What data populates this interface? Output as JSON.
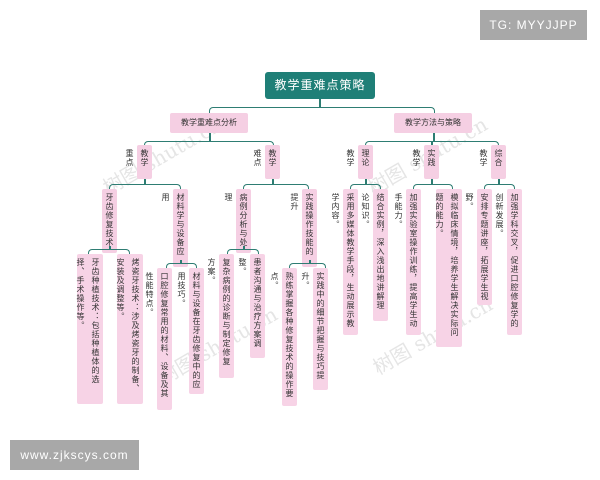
{
  "overlays": {
    "top_right_badge": "TG: MYYJJPP",
    "bottom_left_badge": "www.zjkscys.com"
  },
  "watermarks": [
    "树图 shutu.cn",
    "树图 shutu.cn",
    "树图 shutu.cn",
    "树图 shutu.cn"
  ],
  "mindmap": {
    "root": "教学重难点策略",
    "branches": [
      {
        "label": "教学重难点分析",
        "children": [
          {
            "label": "教学重点",
            "children": [
              {
                "label": "牙齿修复技术",
                "children": [
                  "牙齿种植技术：包括种植体的选择、手术操作等。",
                  "烤瓷牙技术：涉及烤瓷牙的制备、安装及调整等。"
                ]
              },
              {
                "label": "材料学与设备应用",
                "children": [
                  "口腔修复常用的材料、设备及其性能特点。",
                  "材料与设备在牙齿修复中的应用技巧。"
                ]
              }
            ]
          },
          {
            "label": "教学难点",
            "children": [
              {
                "label": "病例分析与处理",
                "children": [
                  "复杂病例的诊断与制定修复方案。",
                  "患者沟通与治疗方案调整。"
                ]
              },
              {
                "label": "实践操作技能的提升",
                "children": [
                  "熟练掌握各种修复技术的操作要点。",
                  "实践中的细节把握与技巧提升。"
                ]
              }
            ]
          }
        ]
      },
      {
        "label": "教学方法与策略",
        "children": [
          {
            "label": "理论教学",
            "children": [
              "采用多媒体教学手段，生动展示教学内容。",
              "结合实例，深入浅出地讲解理论知识。"
            ]
          },
          {
            "label": "实践教学",
            "children": [
              "加强实验室操作训练，提高学生动手能力。",
              "模拟临床情境，培养学生解决实际问题的能力。"
            ]
          },
          {
            "label": "综合教学",
            "children": [
              "安排专题讲座，拓展学生视野。",
              "加强学科交叉，促进口腔修复学的创新发展。"
            ]
          }
        ]
      }
    ]
  },
  "colors": {
    "root_bg": "#1f7f77",
    "node_bg": "#f5cfe3",
    "connector": "#2e7d73",
    "badge_bg": "#a8a8a8"
  }
}
